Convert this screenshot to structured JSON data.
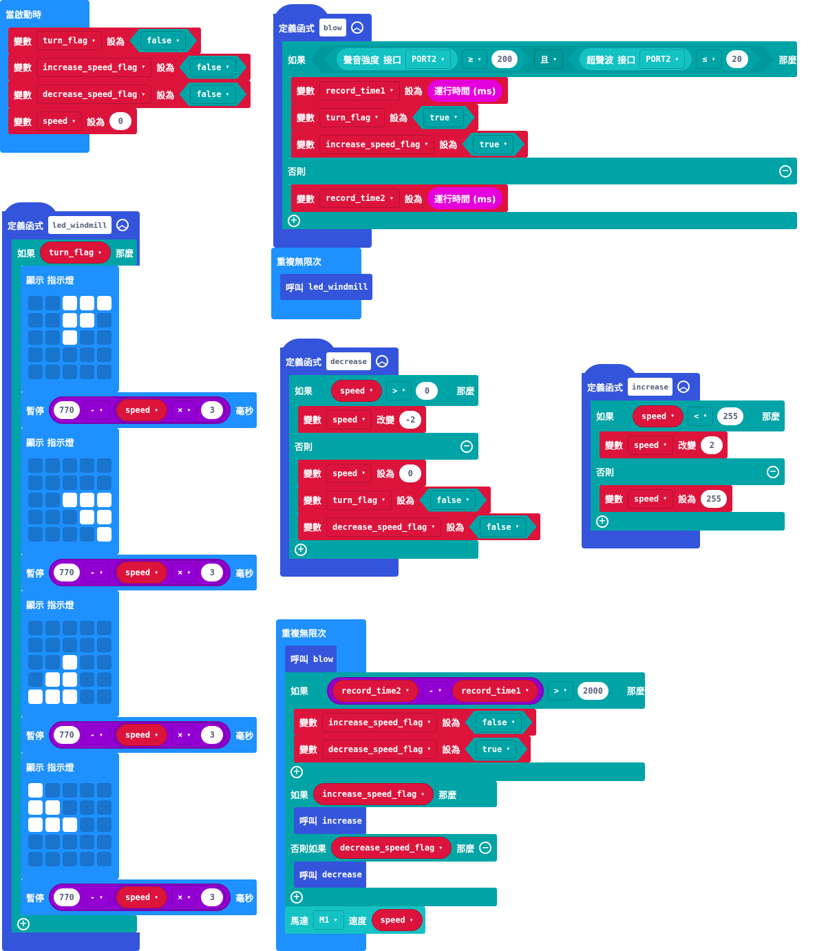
{
  "labels": {
    "var": "變數",
    "set": "設為",
    "change": "改變",
    "if": "如果",
    "then": "那麼",
    "else": "否則",
    "else_if": "否則如果",
    "pause": "暫停",
    "ms": "毫秒",
    "show_leds": "顯示 指示燈",
    "call": "呼叫",
    "define": "定義函式",
    "caret": "▾"
  },
  "colors": {
    "event": "#1E90FF",
    "function": "#3455DB",
    "logic": "#00A4A6",
    "variable": "#DC143C",
    "math": "#9400D3",
    "runtime": "#E500DB"
  },
  "on_start": {
    "title": "當啟動時",
    "rows": [
      {
        "var": "turn_flag",
        "value": "false"
      },
      {
        "var": "increase_speed_flag",
        "value": "false"
      },
      {
        "var": "decrease_speed_flag",
        "value": "false"
      },
      {
        "var": "speed",
        "value": "0"
      }
    ]
  },
  "blow": {
    "name": "blow",
    "cond1": {
      "sensor": "聲音強度",
      "port_label": "接口",
      "port": "PORT2",
      "op": "≥",
      "value": "200"
    },
    "logic": "且",
    "cond2": {
      "sensor": "超聲波",
      "port_label": "接口",
      "port": "PORT2",
      "op": "≤",
      "value": "20"
    },
    "then_rows": [
      {
        "var": "record_time1",
        "value": "運行時間 (ms)"
      },
      {
        "var": "turn_flag",
        "value": "true"
      },
      {
        "var": "increase_speed_flag",
        "value": "true"
      }
    ],
    "else_rows": [
      {
        "var": "record_time2",
        "value": "運行時間 (ms)"
      }
    ]
  },
  "forever1": {
    "title": "重複無限次",
    "call": "led_windmill"
  },
  "led_windmill": {
    "name": "led_windmill",
    "cond": "turn_flag",
    "frames": [
      "0011100110001000000000000",
      "0000000000001110001100001",
      "0000000000001000110011100",
      "1000011000111000000000000"
    ],
    "pause": {
      "base": "770",
      "op1": "-",
      "var": "speed",
      "op2": "×",
      "factor": "3"
    }
  },
  "decrease": {
    "name": "decrease",
    "cond": {
      "var": "speed",
      "op": ">",
      "value": "0"
    },
    "then_row": {
      "var": "speed",
      "value": "-2"
    },
    "else_rows": [
      {
        "var": "speed",
        "value": "0"
      },
      {
        "var": "turn_flag",
        "value": "false"
      },
      {
        "var": "decrease_speed_flag",
        "value": "false"
      }
    ]
  },
  "increase": {
    "name": "increase",
    "cond": {
      "var": "speed",
      "op": "<",
      "value": "255"
    },
    "then_row": {
      "var": "speed",
      "value": "2"
    },
    "else_row": {
      "var": "speed",
      "value": "255"
    }
  },
  "forever2": {
    "title": "重複無限次",
    "call1": "blow",
    "cond": {
      "a": "record_time2",
      "op": "-",
      "b": "record_time1",
      "cmp": ">",
      "value": "2000"
    },
    "then_rows": [
      {
        "var": "increase_speed_flag",
        "value": "false"
      },
      {
        "var": "decrease_speed_flag",
        "value": "true"
      }
    ],
    "if2": {
      "cond": "increase_speed_flag",
      "call": "increase"
    },
    "elseif": {
      "cond": "decrease_speed_flag",
      "call": "decrease"
    },
    "motor": {
      "label": "馬達",
      "port": "M1",
      "speed_label": "速度",
      "var": "speed"
    }
  }
}
